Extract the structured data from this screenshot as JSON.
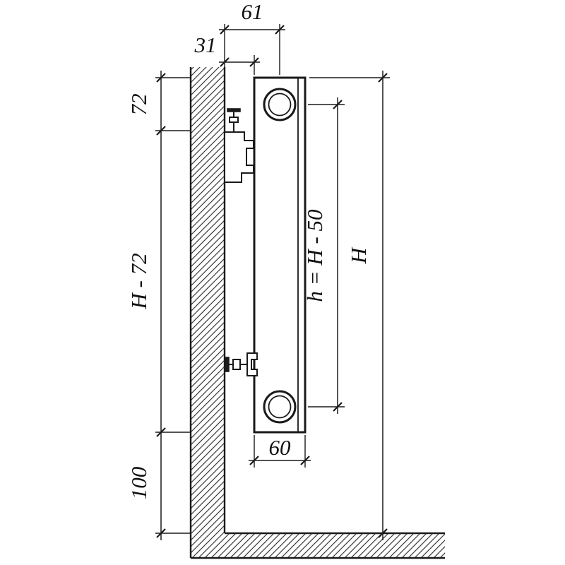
{
  "diagram": {
    "type": "technical-drawing",
    "subject": "radiator side view with wall bracket mounting dimensions",
    "colors": {
      "line": "#1a1a1a",
      "background": "#ffffff"
    },
    "dimensions": {
      "wall_to_pipe_center": "61",
      "wall_to_bracket": "31",
      "top_to_bracket": "72",
      "bracket_to_bottom": "H - 72",
      "floor_clearance": "100",
      "pipe_center_spacing": "h = H - 50",
      "total_height": "H",
      "radiator_depth": "60"
    }
  }
}
